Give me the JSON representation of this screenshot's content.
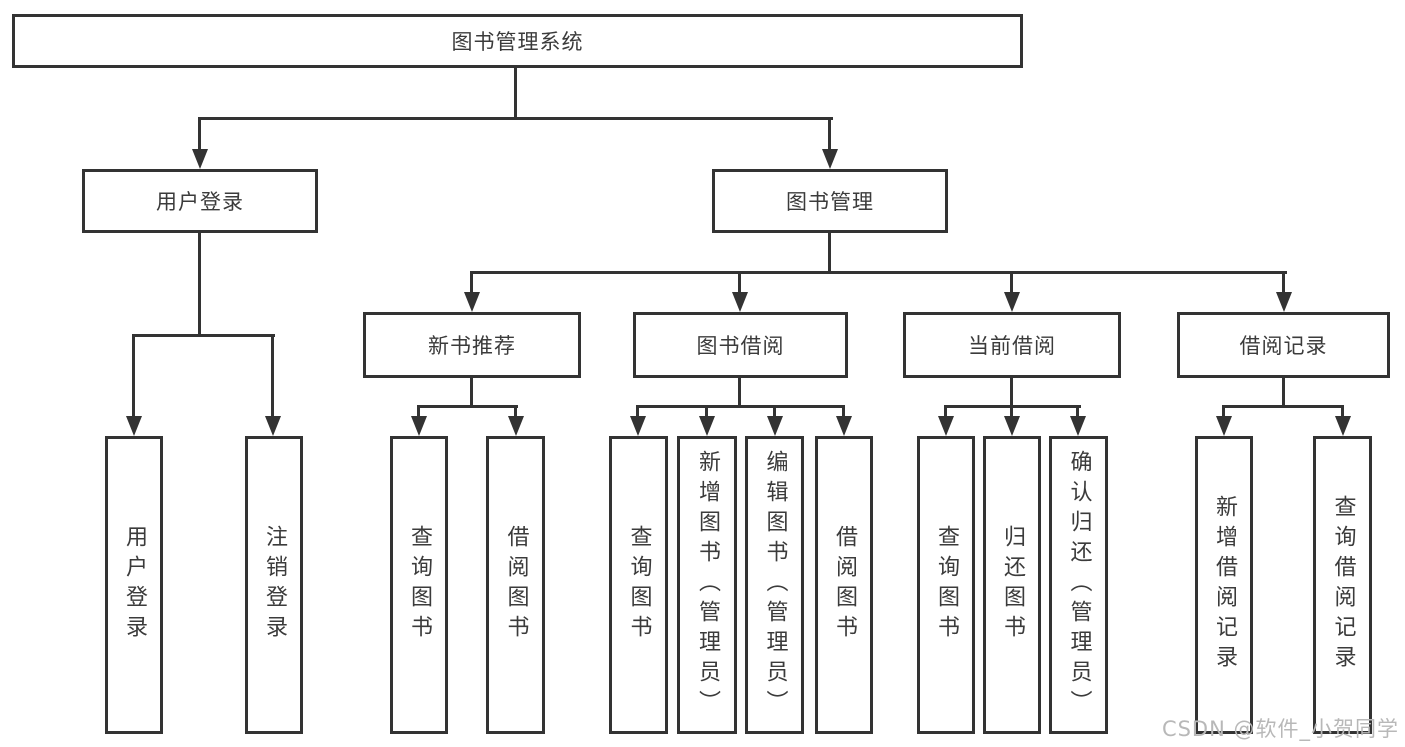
{
  "diagram": {
    "root": {
      "label": "图书管理系统"
    },
    "level2": [
      {
        "label": "用户登录"
      },
      {
        "label": "图书管理"
      }
    ],
    "level3": [
      {
        "label": "新书推荐"
      },
      {
        "label": "图书借阅"
      },
      {
        "label": "当前借阅"
      },
      {
        "label": "借阅记录"
      }
    ],
    "leaves": {
      "user_login": [
        "用户登录",
        "注销登录"
      ],
      "new_book": [
        "查询图书",
        "借阅图书"
      ],
      "book_borrow": [
        "查询图书",
        "新增图书（管理员）",
        "编辑图书（管理员）",
        "借阅图书"
      ],
      "current_borrow": [
        "查询图书",
        "归还图书",
        "确认归还（管理员）"
      ],
      "borrow_records": [
        "新增借阅记录",
        "查询借阅记录"
      ]
    }
  },
  "watermark": "CSDN @软件_小贺同学",
  "colors": {
    "line": "#333333",
    "text": "#3b3b3b",
    "watermark": "#b8b8b8",
    "background": "#ffffff"
  }
}
